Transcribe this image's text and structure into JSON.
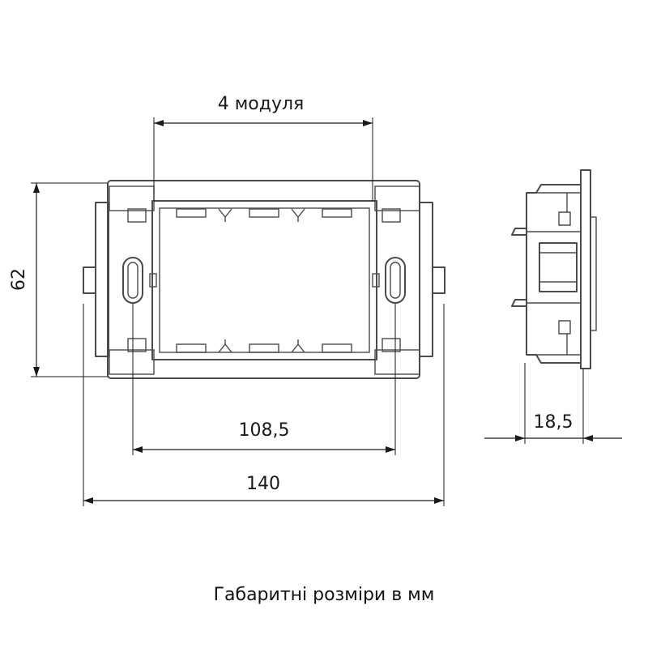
{
  "dimensions": {
    "modules": "4 модуля",
    "height": "62",
    "inner_width": "108,5",
    "total_width": "140",
    "depth": "18,5"
  },
  "caption": "Габаритні розміри в мм"
}
